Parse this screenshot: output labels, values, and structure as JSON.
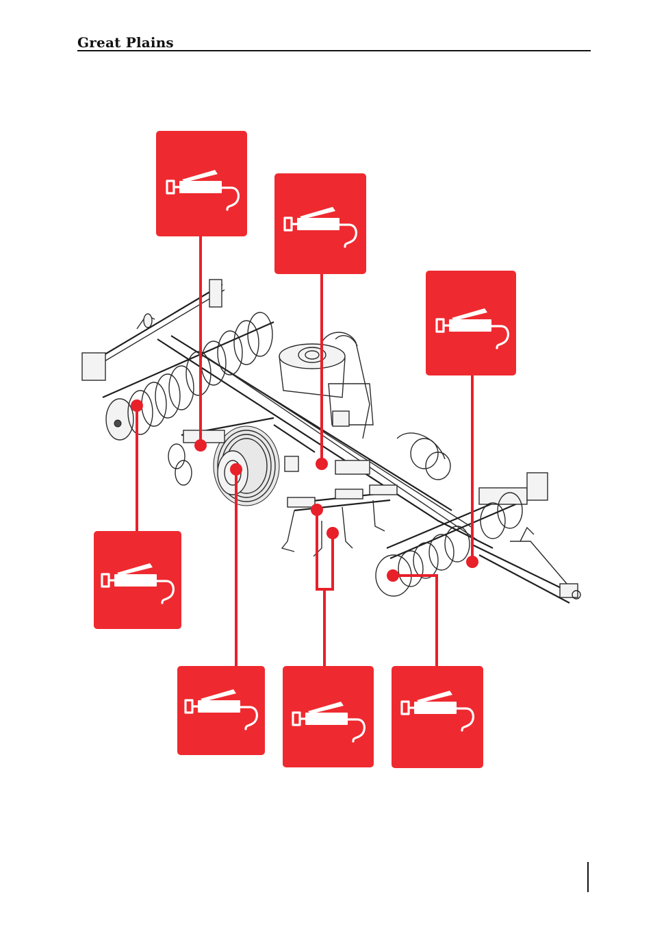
{
  "header": {
    "brand": "Great Plains"
  },
  "icons": {
    "callout_icon": "grease-gun-icon"
  },
  "colors": {
    "callout_red": "#ee2a30",
    "leader_red": "#e7202a",
    "line": "#222222"
  },
  "callouts": [
    {
      "id": "disc-gang-pivot",
      "icon": "grease-gun-icon"
    },
    {
      "id": "front-frame",
      "icon": "grease-gun-icon"
    },
    {
      "id": "center-pivot",
      "icon": "grease-gun-icon"
    },
    {
      "id": "hitch",
      "icon": "grease-gun-icon"
    },
    {
      "id": "wheel-hub",
      "icon": "grease-gun-icon"
    },
    {
      "id": "ripper-shanks",
      "icon": "grease-gun-icon"
    },
    {
      "id": "rear-disc-gang",
      "icon": "grease-gun-icon"
    }
  ]
}
